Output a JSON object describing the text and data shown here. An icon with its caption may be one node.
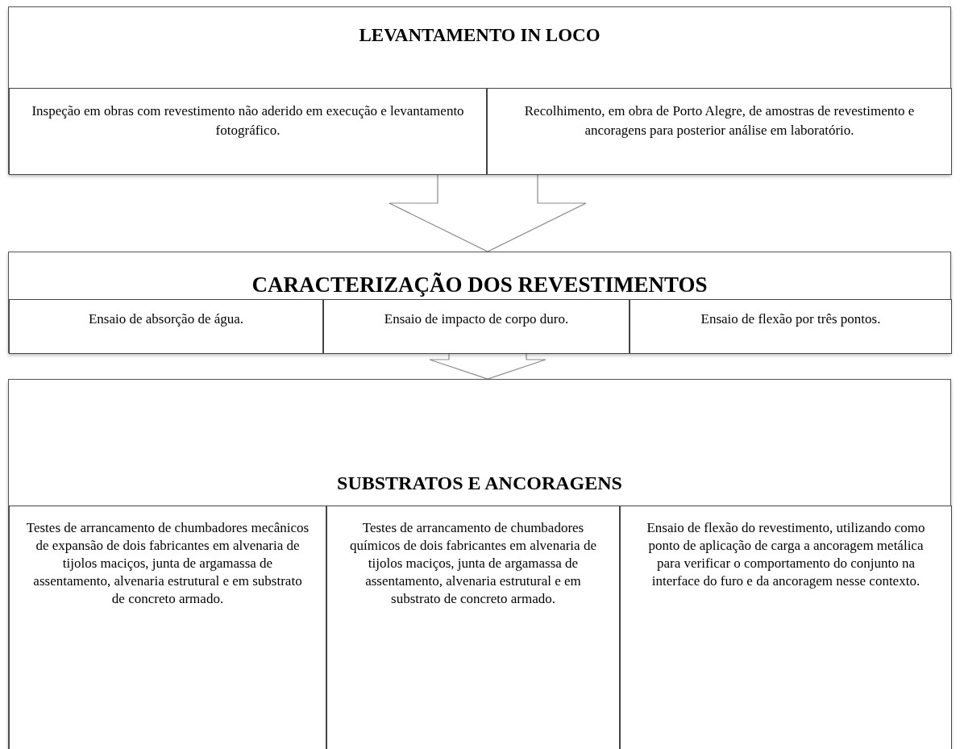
{
  "diagram": {
    "nodes": [
      {
        "text": [
          "LEVANTAMENTO IN LOCO"
        ]
      },
      {
        "text": [
          "Inspeção em obras com revestimento não aderido em execução e levantamento fotográfico."
        ],
        "in": 0
      },
      {
        "text": [
          "Recolhimento, em obra de Porto Alegre, de amostras de revestimento e ancoragens para posterior análise em laboratório."
        ],
        "in": 0
      },
      {
        "text": [
          "CARACTERIZAÇÃO DOS REVESTIMENTOS"
        ]
      },
      {
        "text": [
          "Ensaio de absorção de água."
        ],
        "in": 3
      },
      {
        "text": [
          "Ensaio de impacto de corpo duro."
        ],
        "in": 3
      },
      {
        "text": [
          "Ensaio de flexão por três pontos."
        ],
        "in": 3
      },
      {
        "text": [
          "SUBSTRATOS E ANCORAGENS"
        ]
      },
      {
        "text": [
          "Testes de arrancamento de chumbadores mecânicos de expansão de dois fabricantes em alvenaria de tijolos maciços, junta de argamassa de assentamento, alvenaria estrutural e em substrato de concreto armado."
        ],
        "in": 7
      },
      {
        "text": [
          "Testes de arrancamento de chumbadores químicos de dois fabricantes em alvenaria de tijolos maciços, junta de argamassa de assentamento, alvenaria estrutural e em substrato de concreto armado."
        ],
        "in": 7
      },
      {
        "text": [
          "Ensaio de flexão do revestimento, utilizando como ponto de aplicação de carga a ancoragem metálica para verificar o comportamento do conjunto na interface do furo e da ancoragem nesse contexto."
        ],
        "in": 7
      }
    ],
    "edges": [
      {
        "from": 0,
        "to": 3,
        "arrow": "to"
      },
      {
        "from": 3,
        "to": 7,
        "arrow": "to"
      }
    ]
  }
}
